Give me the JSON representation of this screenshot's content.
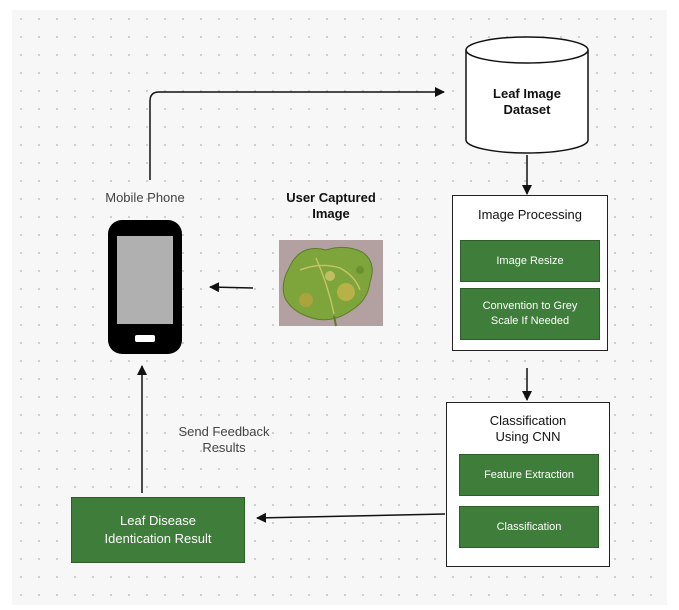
{
  "nodes": {
    "dataset": {
      "label": "Leaf Image\nDataset"
    },
    "mobile_phone": {
      "label": "Mobile Phone"
    },
    "captured_image": {
      "label": "User Captured\nImage"
    },
    "image_processing": {
      "title": "Image Processing",
      "steps": [
        "Image Resize",
        "Convention to Grey\nScale If Needed"
      ]
    },
    "classification": {
      "title": "Classification\nUsing CNN",
      "steps": [
        "Feature Extraction",
        "Classification"
      ]
    },
    "result": {
      "label": "Leaf Disease\nIdentication Result"
    },
    "feedback": {
      "label": "Send Feedback\nResults"
    }
  },
  "colors": {
    "step_fill": "#3f7d3a",
    "canvas_bg": "#f7f7f7",
    "line": "#111111"
  },
  "icons": {
    "phone": "mobile-phone-icon",
    "dataset": "database-cylinder-icon",
    "leaf": "leaf-photo"
  }
}
